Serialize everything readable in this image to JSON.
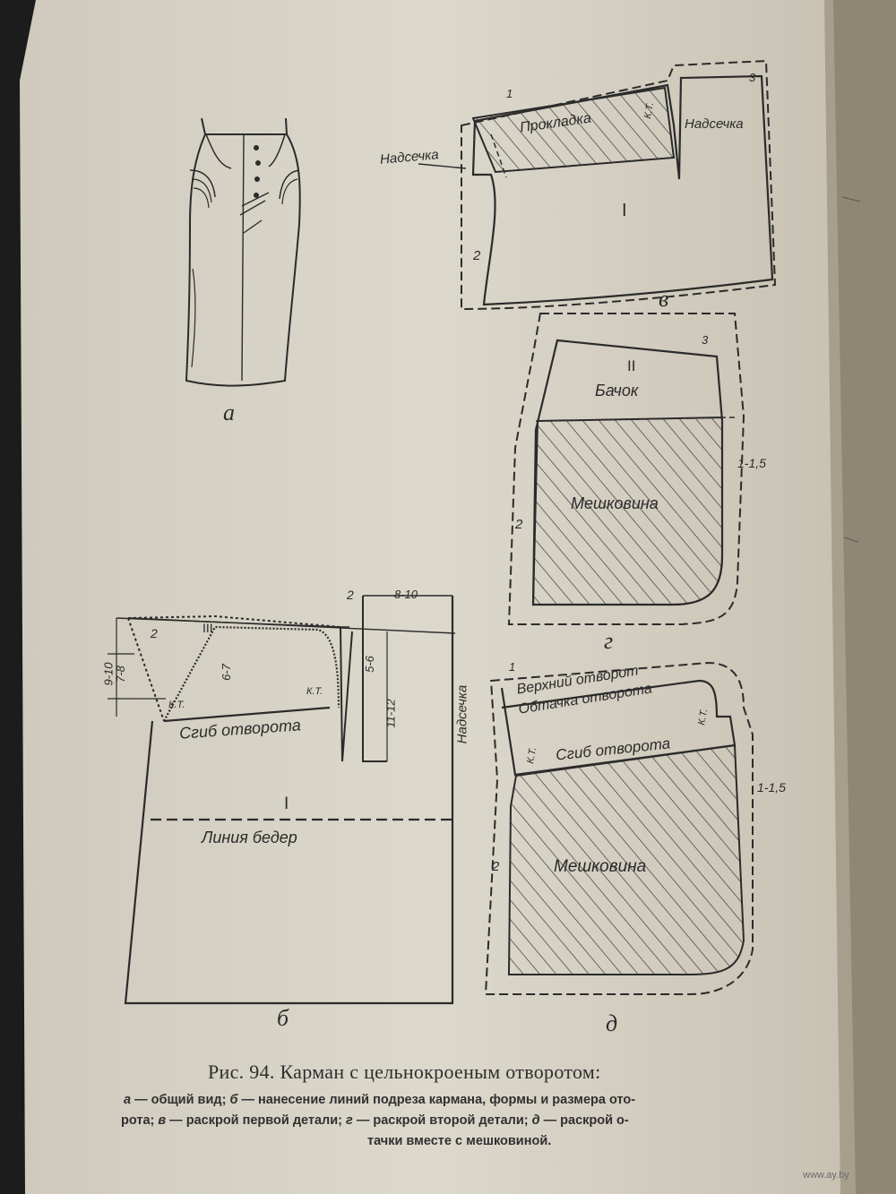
{
  "figure": {
    "labels": {
      "a": "а",
      "b": "б",
      "v": "в",
      "g": "г",
      "d": "д"
    },
    "panel_v": {
      "nadsechka_left": "Надсечка",
      "nadsechka_right": "Надсечка",
      "prokladka": "Прокладка",
      "kt": "К.Т.",
      "part": "I",
      "num_1": "1",
      "num_2": "2",
      "num_3": "3"
    },
    "panel_g": {
      "part": "II",
      "bachok": "Бачок",
      "meshkovina": "Мешковина",
      "dim": "1-1,5",
      "num_2": "2",
      "num_3": "3"
    },
    "panel_b": {
      "dim_2_top": "2",
      "dim_8_10": "8-10",
      "dim_2_left": "2",
      "part_III": "III",
      "dim_9_10": "9-10",
      "dim_7_8": "7-8",
      "dim_6_7": "6-7",
      "dim_5_6": "5-6",
      "dim_11_12": "11-12",
      "kt_left": "К.Т.",
      "kt_right": "К.Т.",
      "sgib": "Сгиб отворота",
      "part_I": "I",
      "liniya": "Линия бедер"
    },
    "panel_d": {
      "nadsechka": "Надсечка",
      "num_1": "1",
      "verkhniy": "Верхний отворот",
      "obtachka": "Обтачка отворота",
      "kt_left": "К.Т.",
      "kt_right": "К.Т.",
      "sgib": "Сгиб отворота",
      "dim": "1-1,5",
      "num_2": "2",
      "meshkovina": "Мешковина"
    }
  },
  "caption": {
    "title": "Рис. 94. Карман с цельнокроеным отворотом:",
    "line1_a": "а",
    "line1_text": " — общий вид; ",
    "line1_b": "б",
    "line1_text2": " — нанесение линий подреза кармана, формы и размера ото-",
    "line2_start": "рота; ",
    "line2_v": "в",
    "line2_text": " — раскрой первой детали; ",
    "line2_g": "г",
    "line2_text2": " — раскрой второй детали; ",
    "line2_d": "д",
    "line2_text3": " — раскрой о-",
    "line3": "тачки вместе с мешковиной."
  },
  "watermark": "www.ay.by",
  "colors": {
    "paper": "#d8d3c6",
    "ink": "#2a2a2a",
    "background": "#1c1c1c"
  }
}
